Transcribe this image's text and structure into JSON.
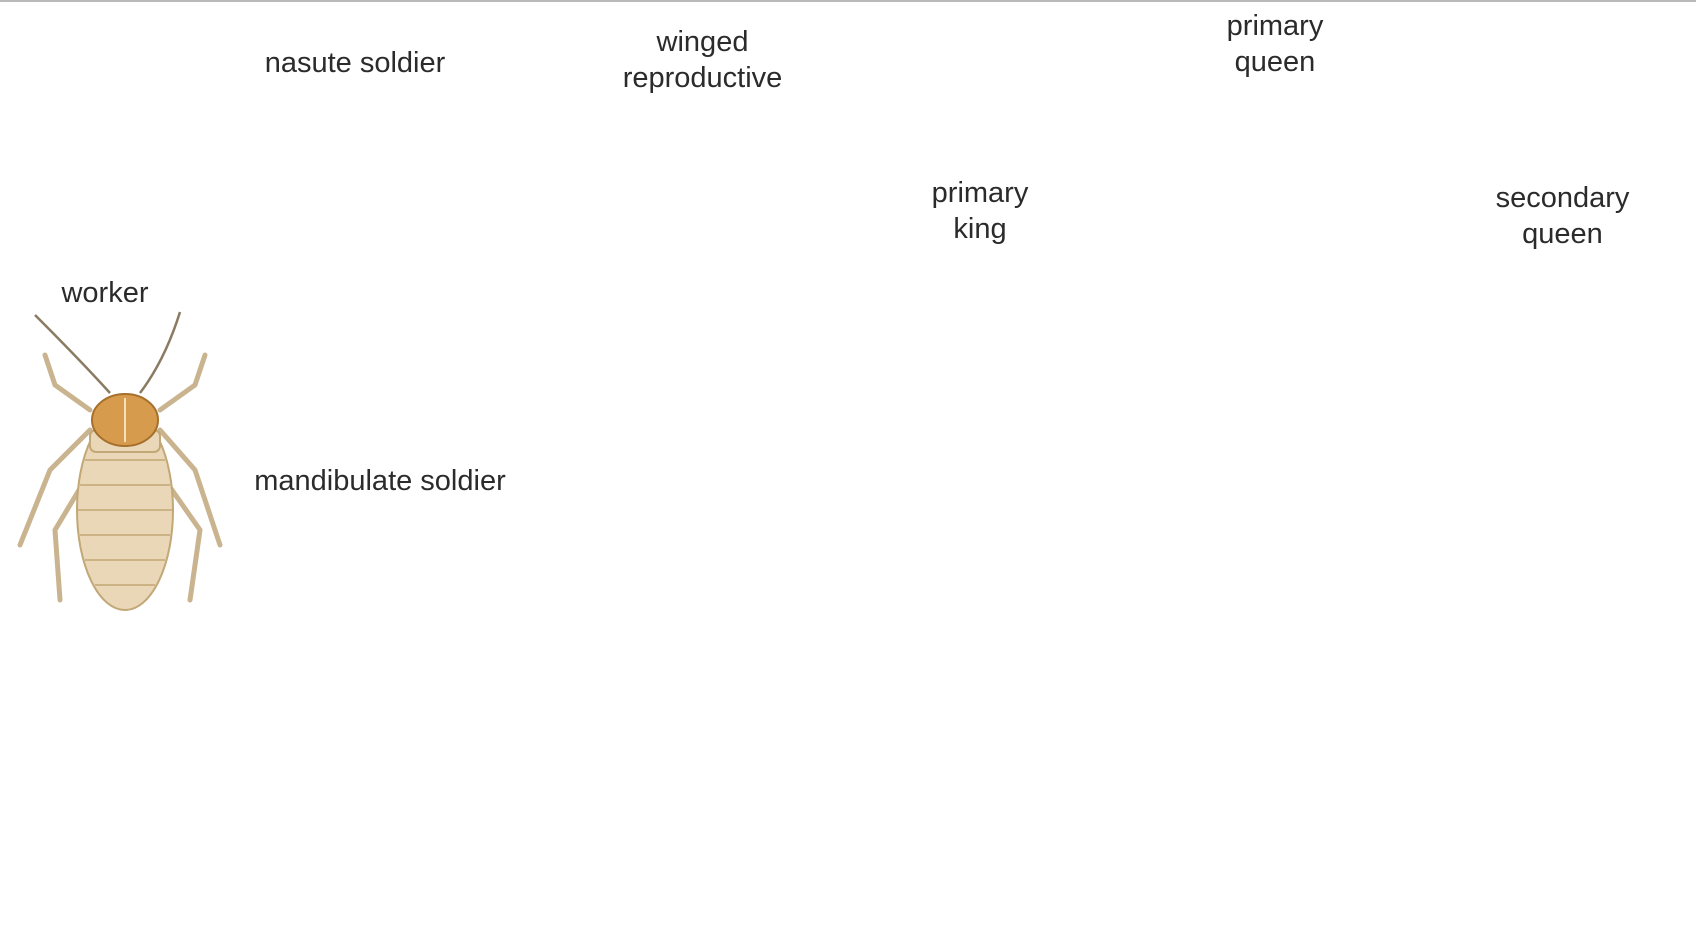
{
  "diagram": {
    "castes": [
      {
        "id": "worker",
        "label_lines": [
          "worker"
        ],
        "body_color": "#e9d7b7",
        "head_color": "#d79b4e"
      },
      {
        "id": "nasute-soldier",
        "label_lines": [
          "nasute soldier"
        ],
        "body_color": "#dba25a",
        "head_color": "#6a3219"
      },
      {
        "id": "mandibulate-soldier",
        "label_lines": [
          "mandibulate soldier"
        ],
        "body_color": "#dba25a",
        "head_color": "#6a3219"
      },
      {
        "id": "winged-reproductive",
        "label_lines": [
          "winged",
          "reproductive"
        ],
        "body_color": "#7a3a1e",
        "head_color": "#6a3219",
        "wing_color": "#b9a8d9"
      },
      {
        "id": "primary-king",
        "label_lines": [
          "primary",
          "king"
        ],
        "body_color": "#7a3a1e",
        "head_color": "#6a3219"
      },
      {
        "id": "primary-queen",
        "label_lines": [
          "primary",
          "queen"
        ],
        "body_color": "#d39547",
        "head_color": "#6a3219"
      },
      {
        "id": "secondary-queen",
        "label_lines": [
          "secondary",
          "queen"
        ],
        "body_color": "#f0e6d2",
        "head_color": "#e8cc9a"
      }
    ]
  }
}
